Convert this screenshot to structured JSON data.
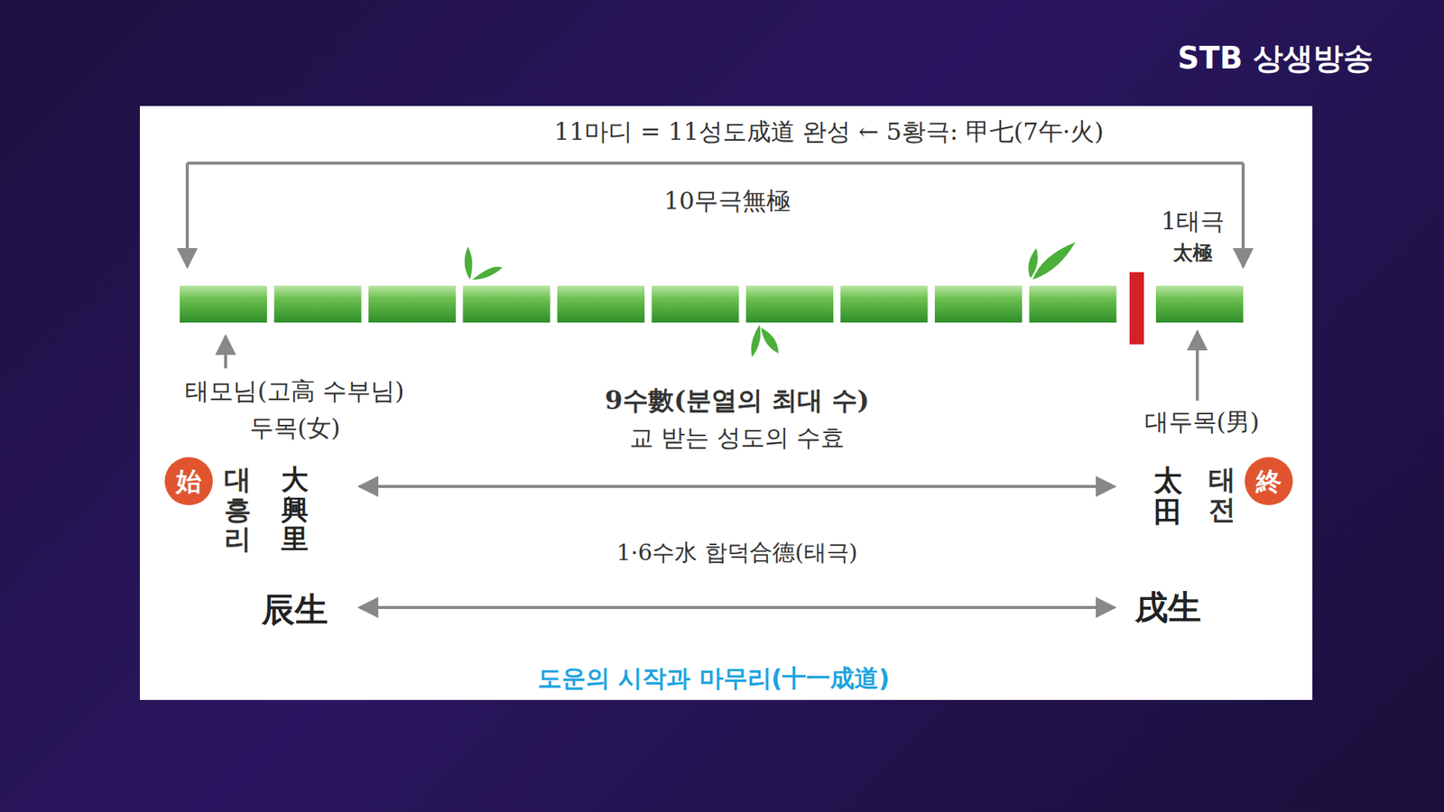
{
  "diagram": {
    "caption": "도운의 시작과 마무리(十一成道)",
    "nodes": [
      {
        "text": [
          "始"
        ]
      },
      {
        "text": [
          "終"
        ]
      }
    ],
    "labels": [
      "STB 상생방송",
      "11마디 = 11성도成道 완성 ← 5황극: 甲七(7午·火)",
      "10무극無極",
      "1태극",
      "太極",
      "태모님(고高 수부님)",
      "두목(女)",
      "9수數(분열의 최대 수)",
      "교 받는 성도의 수효",
      "대두목(男)",
      "대흥리",
      "大興里",
      "太田",
      "태전",
      "1·6수水 합덕合德(태극)",
      "辰生",
      "戌生"
    ]
  }
}
